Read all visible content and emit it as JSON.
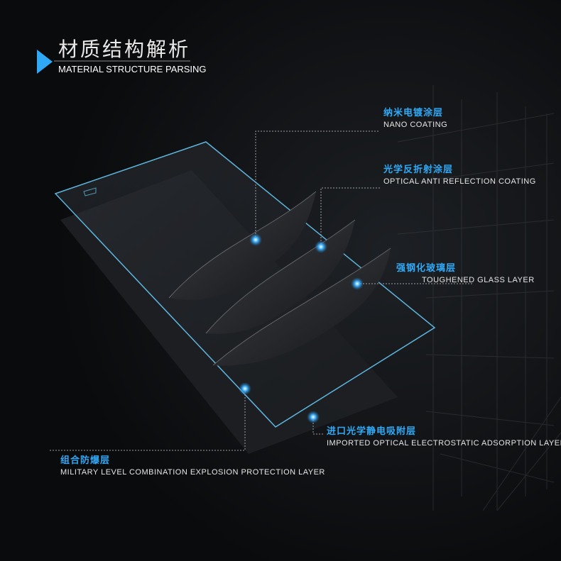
{
  "title": {
    "cn": "材质结构解析",
    "en": "MATERIAL STRUCTURE PARSING"
  },
  "layers": {
    "nano": {
      "cn": "纳米电镀涂层",
      "en": "NANO COATING"
    },
    "optical": {
      "cn": "光学反折射涂层",
      "en": "OPTICAL ANTI REFLECTION COATING"
    },
    "toughened": {
      "cn": "强钢化玻璃层",
      "en": "TOUGHENED GLASS LAYER"
    },
    "imported": {
      "cn": "进口光学静电吸附层",
      "en": "IMPORTED OPTICAL ELECTROSTATIC ADSORPTION LAYER"
    },
    "military": {
      "cn": "组合防爆层",
      "en": "MILITARY LEVEL COMBINATION EXPLOSION PROTECTION LAYER"
    }
  },
  "colors": {
    "accent": "#2fa9f5",
    "background": "#0b0c0e",
    "glass_edge": "#6ad0ff"
  }
}
